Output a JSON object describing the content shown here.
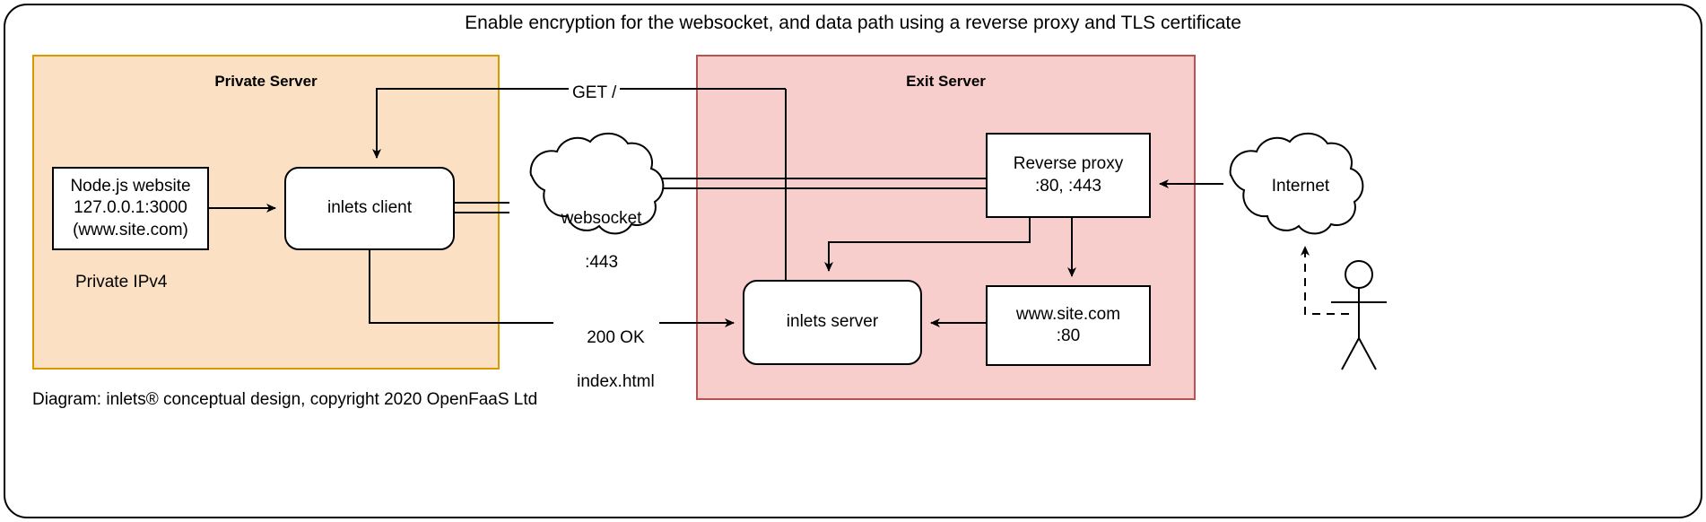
{
  "diagram": {
    "title": "Enable encryption for the websocket, and data path using a reverse proxy and TLS certificate",
    "footer": "Diagram: inlets® conceptual design, copyright 2020 OpenFaaS Ltd"
  },
  "zones": {
    "private": {
      "title": "Private Server",
      "fill": "#FBE0C3",
      "stroke": "#D79B00",
      "note": "Private IPv4"
    },
    "exit": {
      "title": "Exit Server",
      "fill": "#F8CECC",
      "stroke": "#B85450"
    }
  },
  "nodes": {
    "nodejs": {
      "line1": "Node.js website",
      "line2": "127.0.0.1:3000",
      "line3": "(www.site.com)"
    },
    "inlets_client": {
      "label": "inlets client"
    },
    "inlets_server": {
      "label": "inlets server"
    },
    "reverse_proxy": {
      "line1": "Reverse proxy",
      "line2": ":80, :443"
    },
    "site": {
      "line1": "www.site.com",
      "line2": ":80"
    }
  },
  "clouds": {
    "websocket": {
      "line1": "websocket",
      "line2": ":443"
    },
    "internet": {
      "label": "Internet"
    }
  },
  "edge_labels": {
    "get": "GET /",
    "response_line1": "200 OK",
    "response_line2": "index.html"
  },
  "actor": {
    "name": "user-stick-figure"
  },
  "colors": {
    "stroke": "#000000",
    "private_fill": "#FBE0C3",
    "private_stroke": "#D79B00",
    "exit_fill": "#F8CECC",
    "exit_stroke": "#B85450",
    "node_fill": "#FFFFFF"
  }
}
